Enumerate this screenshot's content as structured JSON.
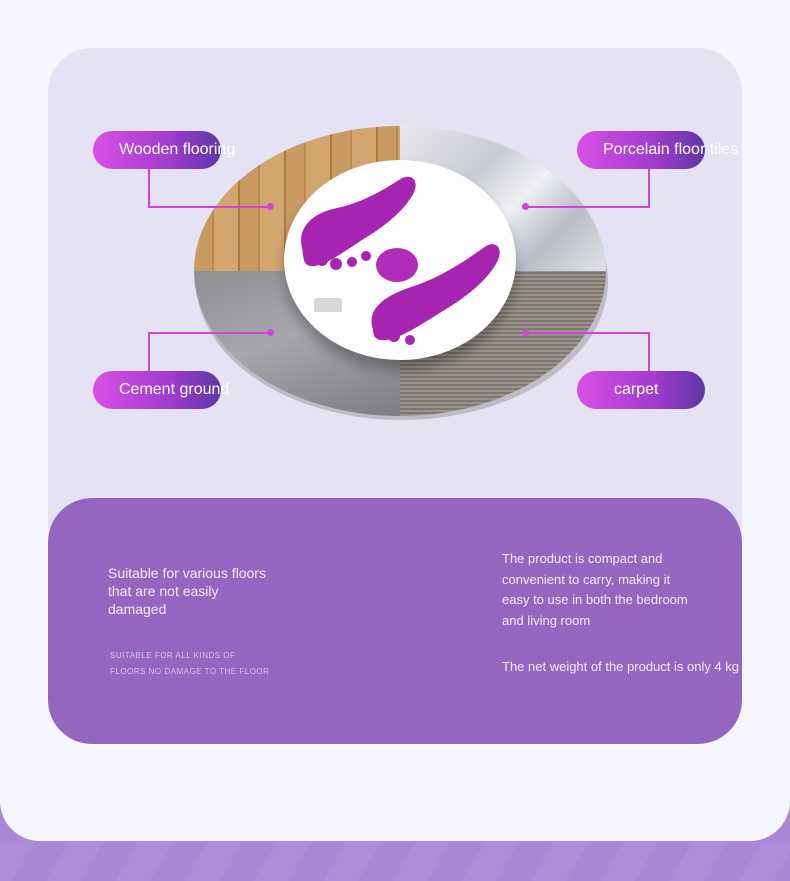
{
  "labels": {
    "wooden": "Wooden flooring",
    "porcelain": "Porcelain floor tiles",
    "cement": "Cement ground",
    "carpet": "carpet"
  },
  "feature": {
    "heading": "Suitable for various floors that are not easily damaged",
    "subheading_line1": "SUITABLE FOR ALL KINDS OF",
    "subheading_line2": "FLOORS NO DAMAGE TO THE FLOOR",
    "desc": "The product is compact and convenient to carry, making it easy to use in both the bedroom and living room",
    "weight": "The net weight of the product is only 4 kg"
  },
  "colors": {
    "accent": "#d044d9",
    "pill_start": "#d94fe6",
    "pill_end": "#5e36a6",
    "panel": "#9466bf",
    "foot": "#a624b0"
  }
}
